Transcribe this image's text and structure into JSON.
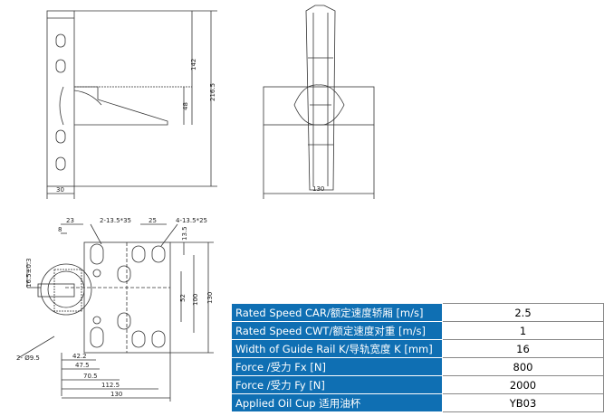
{
  "drawing": {
    "side_view": {
      "dim_total_height": "216.5",
      "dim_upper": "142",
      "dim_lower": "48",
      "dim_base": "30"
    },
    "front_view": {
      "dim_width": "130"
    },
    "plan_view": {
      "dim_23": "23",
      "dim_8": "8",
      "slot_a": "2-13.5*35",
      "dim_25": "25",
      "slot_b": "4-13.5*25",
      "dim_13_5": "13.5",
      "tol": "16.5±0.3",
      "dim_52": "52",
      "dim_100": "100",
      "dim_130_v": "130",
      "hole": "2- Ø9.5",
      "dim_42_2": "42.2",
      "dim_47_5": "47.5",
      "dim_70_5": "70.5",
      "dim_112_5": "112.5",
      "dim_130_h": "130"
    }
  },
  "specs": [
    {
      "label": "Rated Speed CAR/额定速度轿厢 [m/s]",
      "value": "2.5"
    },
    {
      "label": "Rated Speed CWT/额定速度对重 [m/s]",
      "value": "1"
    },
    {
      "label": "Width of Guide Rail K/导轨宽度 K [mm]",
      "value": "16"
    },
    {
      "label": "Force  /受力  Fx  [N]",
      "value": "800"
    },
    {
      "label": "Force  /受力  Fy  [N]",
      "value": "2000"
    },
    {
      "label": "Applied Oil Cup 适用油杯",
      "value": "YB03"
    }
  ]
}
